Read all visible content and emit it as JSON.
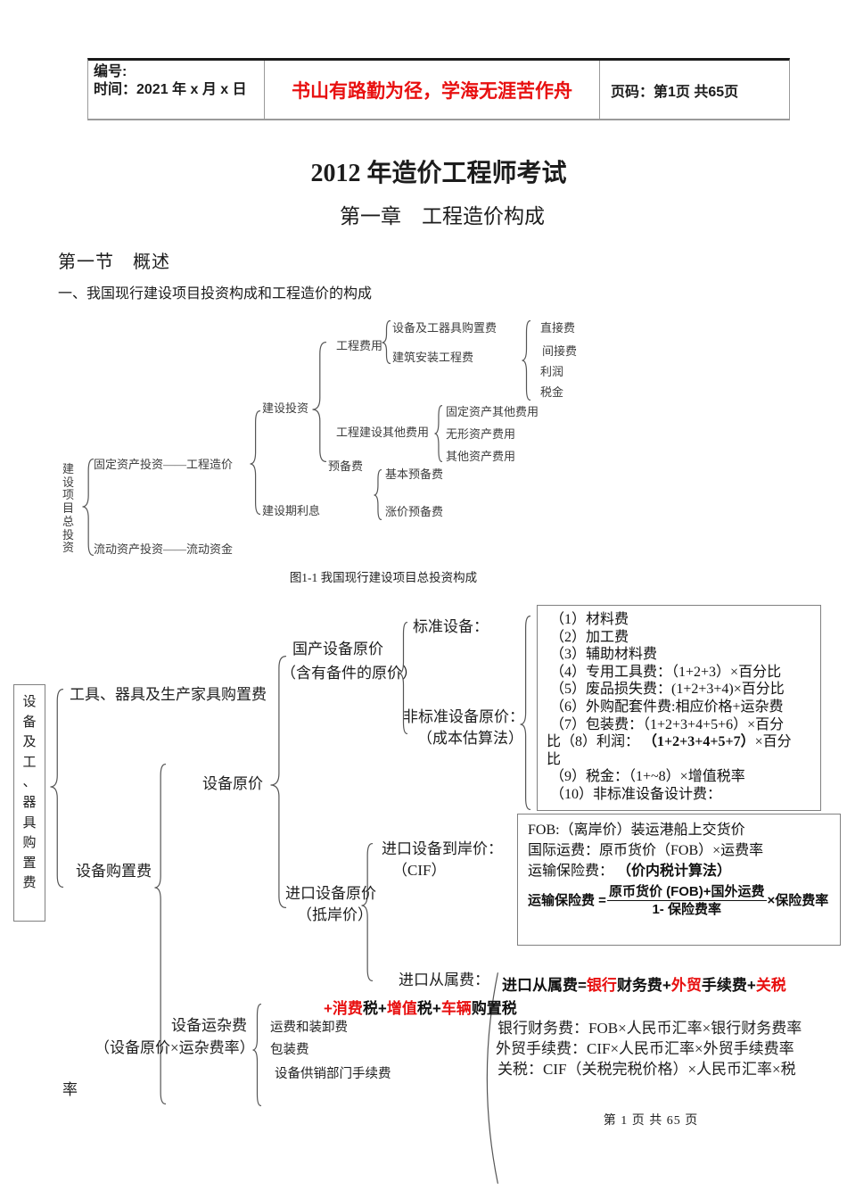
{
  "header": {
    "no_label": "编号:",
    "time_label": "时间：2021 年 x 月 x 日",
    "slogan": "书山有路勤为径，学海无涯苦作舟",
    "page_label": "页码：第1页 共65页",
    "accent_red": "#e81010"
  },
  "title": "2012 年造价工程师考试",
  "chapter": "第一章　工程造价构成",
  "section": "第一节　概述",
  "intro": "一、我国现行建设项目投资构成和工程造价的构成",
  "fig1": {
    "root": "建设项目总投资",
    "fixed_investment": "固定资产投资——工程造价",
    "current_investment": "流动资产投资——流动资金",
    "construction_investment": "建设投资",
    "construction_interest": "建设期利息",
    "engineering_fee": "工程费用",
    "equipment_tools_fee": "设备及工器具购置费",
    "construction_install_fee": "建筑安装工程费",
    "direct_fee": "直接费",
    "indirect_fee": "间接费",
    "profit": "利润",
    "tax": "税金",
    "other_fee": "工程建设其他费用",
    "fixed_asset_other": "固定资产其他费用",
    "intangible_asset": "无形资产费用",
    "other_asset": "其他资产费用",
    "reserve_fee": "预备费",
    "basic_reserve": "基本预备费",
    "price_reserve": "涨价预备费",
    "caption": "图1-1 我国现行建设项目总投资构成"
  },
  "fig2": {
    "root": "设备及工、器具购置费",
    "tools_purchase": "工具、器具及生产家具购置费",
    "equipment_purchase": "设备购置费",
    "equipment_price": "设备原价",
    "domestic_price": "国产设备原价",
    "domestic_price_sub": "（含有备件的原价）",
    "standard": "标准设备：",
    "nonstandard": "非标准设备原价：",
    "nonstandard_sub": "（成本估算法）",
    "cost_box_lines": [
      [
        {
          "t": " （1）材料费"
        }
      ],
      [
        {
          "t": " （2）加工费"
        }
      ],
      [
        {
          "t": " （3）辅助材料费"
        }
      ],
      [
        {
          "t": " （4）专用工具费：（1+2+3）×百分比"
        }
      ],
      [
        {
          "t": " （5）废品损失费：(1+2+3+4)×百分比"
        }
      ],
      [
        {
          "t": " （6）外购配套件费:相应价格+运杂费"
        }
      ],
      [
        {
          "t": " （7）包装费：（1+2+3+4+5+6）×百分"
        }
      ],
      [
        {
          "t": "比（8）利润： "
        },
        {
          "t": "（1+2+3+4+5+7）",
          "c": "b"
        },
        {
          "t": "×百分"
        }
      ],
      [
        {
          "t": "比"
        }
      ],
      [
        {
          "t": " （9）税金：（1+~8）×增值税率"
        }
      ],
      [
        {
          "t": " （10）非标准设备设计费："
        }
      ]
    ],
    "import_price": "进口设备原价",
    "import_price_sub": "（抵岸价）",
    "cif": "进口设备到岸价：",
    "cif_sub": "（CIF）",
    "fob_line1": "FOB:（离岸价）装运港船上交货价",
    "fob_line2": "国际运费：原币货价（FOB）×运费率",
    "fob_line3_pre": "运输保险费： ",
    "fob_line3_bold": "（价内税计算法）",
    "formula_lhs": "运输保险费 =",
    "formula_num": "原币货价 (FOB)+国外运费",
    "formula_den": "1- 保险费率",
    "formula_rhs": "×保险费率",
    "import_fee_label": "进口从属费：",
    "import_fee_line1": [
      {
        "t": "进口从属费="
      },
      {
        "t": "银行",
        "c": "red"
      },
      {
        "t": "财务费+"
      },
      {
        "t": "外贸",
        "c": "red"
      },
      {
        "t": "手续费+"
      },
      {
        "t": "关税",
        "c": "red"
      }
    ],
    "import_fee_line2": [
      {
        "t": "+消费",
        "c": "red"
      },
      {
        "t": "税+"
      },
      {
        "t": "增值",
        "c": "red"
      },
      {
        "t": "税+"
      },
      {
        "t": "车辆",
        "c": "red"
      },
      {
        "t": "购置税"
      }
    ],
    "freight_fee": "设备运杂费",
    "freight_fee_sub": "（设备原价×运杂费率）",
    "freight_item1": "运费和装卸费",
    "freight_item2": "包装费",
    "freight_item3": "设备供销部门手续费",
    "bank_fee": "银行财务费：FOB×人民币汇率×银行财务费率",
    "trade_fee": "外贸手续费：CIF×人民币汇率×外贸手续费率",
    "tariff": "关税：CIF（关税完税价格）×人民币汇率×税",
    "tariff_wrap": "率"
  },
  "footer": "第 1 页 共 65 页"
}
